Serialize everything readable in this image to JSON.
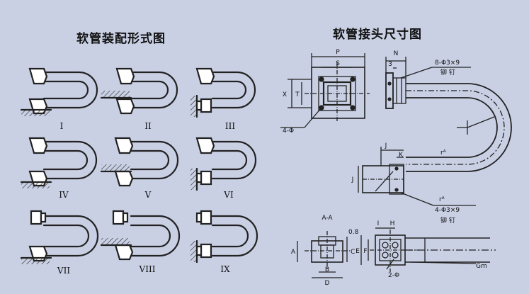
{
  "left_title": "软管装配形式图",
  "right_title": "软管接头尺寸图",
  "form_labels": [
    "I",
    "II",
    "III",
    "IV",
    "V",
    "VI",
    "VII",
    "VIII",
    "IX"
  ],
  "dims": {
    "P": "P",
    "S": "S",
    "N": "N",
    "three": "3",
    "X": "X",
    "T": "T",
    "bolt_top": "8-Φ3×9",
    "rivet_top": "铆 钉",
    "holes4": "4-Φ",
    "J": "J",
    "K": "K",
    "r1": "rᴬ",
    "r2": "rᴬ",
    "bolt_bottom": "4-Φ3×9",
    "rivet_bottom": "铆 钉",
    "section": "A-A",
    "zero_eight": "0.8",
    "A": "A",
    "B": "B",
    "C": "C",
    "D": "D",
    "E": "E",
    "F": "F",
    "I": "I",
    "H": "H",
    "two_phi": "2-Φ",
    "gm": "Gm"
  }
}
